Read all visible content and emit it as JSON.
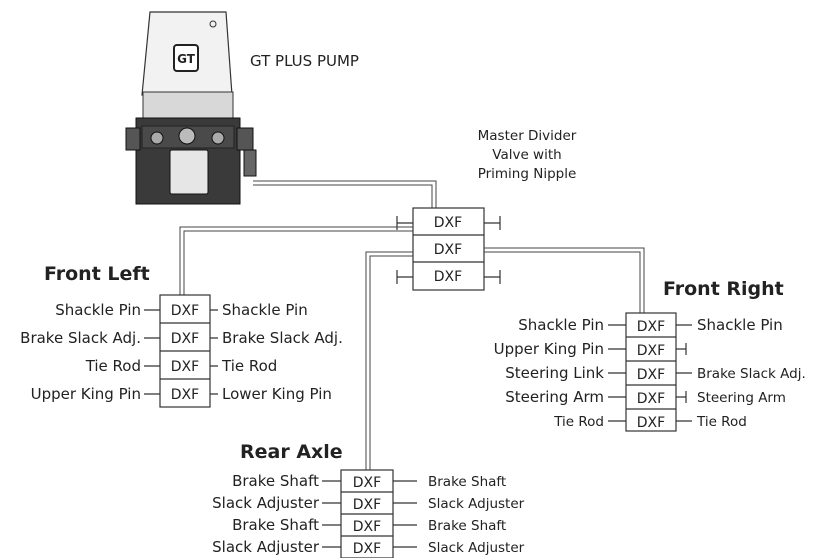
{
  "pump": {
    "logo_text": "GT",
    "label": "GT PLUS PUMP"
  },
  "master": {
    "caption_line1": "Master Divider",
    "caption_line2": "Valve with",
    "caption_line3": "Priming Nipple",
    "blocks": [
      "DXF",
      "DXF",
      "DXF"
    ]
  },
  "front_left": {
    "title": "Front Left",
    "rows": [
      {
        "left": "Shackle Pin",
        "block": "DXF",
        "right": "Shackle Pin"
      },
      {
        "left": "Brake Slack Adj.",
        "block": "DXF",
        "right": "Brake Slack Adj."
      },
      {
        "left": "Tie Rod",
        "block": "DXF",
        "right": "Tie Rod"
      },
      {
        "left": "Upper King Pin",
        "block": "DXF",
        "right": "Lower King Pin"
      }
    ]
  },
  "front_right": {
    "title": "Front Right",
    "rows": [
      {
        "left": "Shackle Pin",
        "block": "DXF",
        "right": "Shackle Pin"
      },
      {
        "left": "Upper King Pin",
        "block": "DXF",
        "right": ""
      },
      {
        "left": "Steering Link",
        "block": "DXF",
        "right": "Brake Slack Adj."
      },
      {
        "left": "Steering Arm",
        "block": "DXF",
        "right": "Steering Arm"
      },
      {
        "left": "Tie Rod",
        "block": "DXF",
        "right": "Tie Rod"
      }
    ]
  },
  "rear_axle": {
    "title": "Rear Axle",
    "rows": [
      {
        "left": "Brake Shaft",
        "block": "DXF",
        "right": "Brake Shaft"
      },
      {
        "left": "Slack Adjuster",
        "block": "DXF",
        "right": "Slack Adjuster"
      },
      {
        "left": "Brake Shaft",
        "block": "DXF",
        "right": "Brake Shaft"
      },
      {
        "left": "Slack Adjuster",
        "block": "DXF",
        "right": "Slack Adjuster"
      }
    ]
  }
}
